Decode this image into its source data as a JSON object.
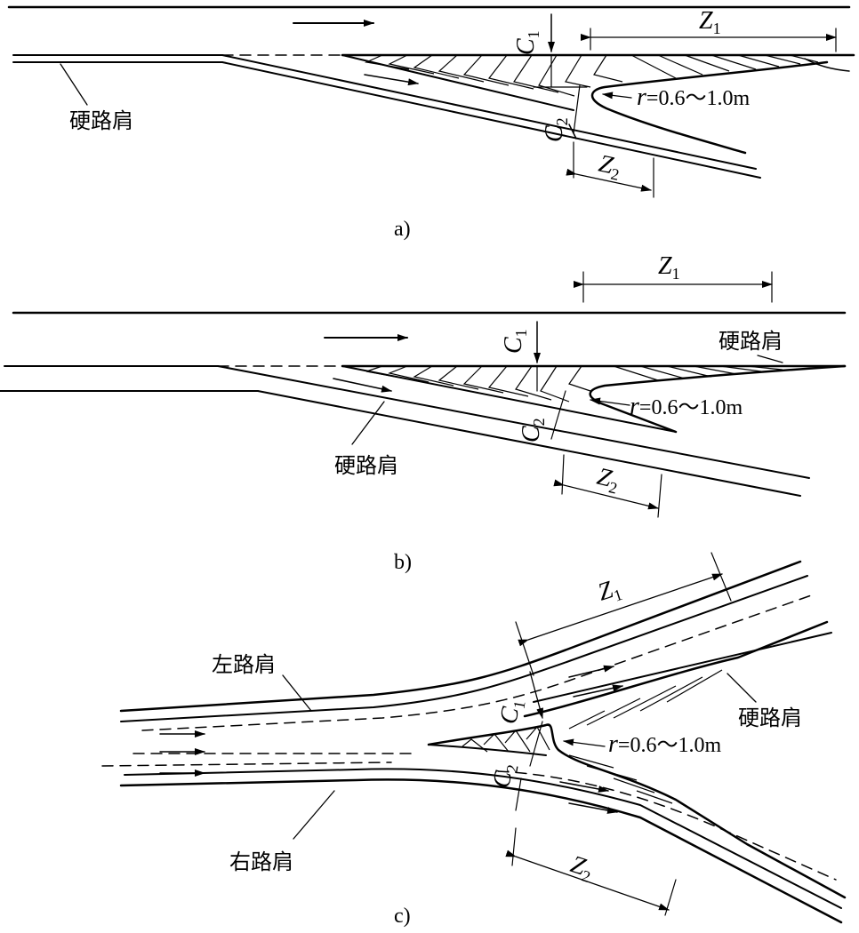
{
  "panels": {
    "a": {
      "caption": "a)",
      "hard_shoulder": "硬路肩",
      "c1": {
        "main": "C",
        "sub": "1"
      },
      "c2": {
        "main": "C",
        "sub": "2"
      },
      "z1": {
        "main": "Z",
        "sub": "1"
      },
      "z2": {
        "main": "Z",
        "sub": "2"
      },
      "radius": {
        "var": "r",
        "value": "=0.6～1.0m"
      }
    },
    "b": {
      "caption": "b)",
      "hard_shoulder_right": "硬路肩",
      "hard_shoulder_ramp": "硬路肩",
      "c1": {
        "main": "C",
        "sub": "1"
      },
      "c2": {
        "main": "C",
        "sub": "2"
      },
      "z1": {
        "main": "Z",
        "sub": "1"
      },
      "z2": {
        "main": "Z",
        "sub": "2"
      },
      "radius": {
        "var": "r",
        "value": "=0.6～1.0m"
      }
    },
    "c": {
      "caption": "c)",
      "left_shoulder": "左路肩",
      "right_shoulder": "右路肩",
      "hard_shoulder": "硬路肩",
      "c1": {
        "main": "C",
        "sub": "1"
      },
      "c2": {
        "main": "C",
        "sub": "2"
      },
      "z1": {
        "main": "Z",
        "sub": "1"
      },
      "z2": {
        "main": "Z",
        "sub": "2"
      },
      "radius": {
        "var": "r",
        "value": "=0.6～1.0m"
      }
    }
  }
}
